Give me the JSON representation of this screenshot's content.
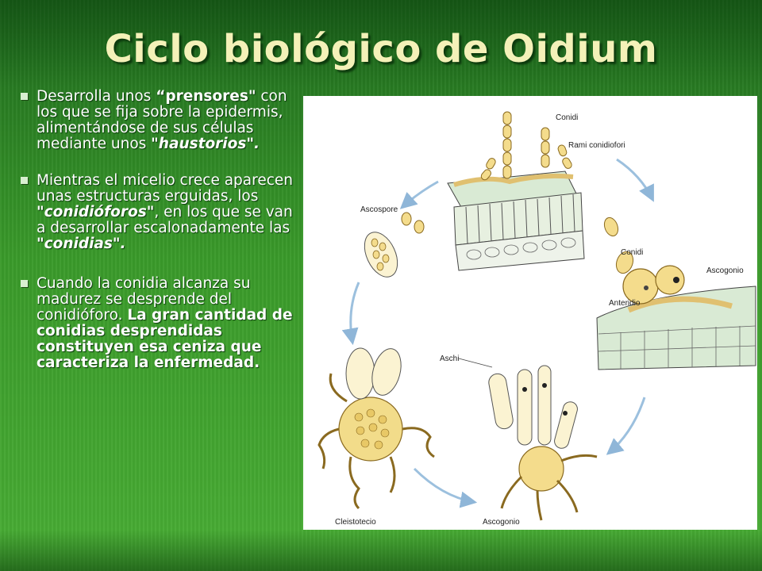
{
  "title": "Ciclo biológico de Oidium",
  "bullets": [
    {
      "parts": [
        {
          "text": "Desarrolla unos ",
          "style": "plain"
        },
        {
          "text": "“prensores\"",
          "style": "bold-lead"
        },
        {
          "text": " con los que se fija sobre la epidermis, alimentándose de sus células mediante unos ",
          "style": "plain"
        },
        {
          "text": "\"haustorios\".",
          "style": "bold-italic"
        }
      ]
    },
    {
      "parts": [
        {
          "text": "Mientras el micelio crece aparecen unas estructuras erguidas, los ",
          "style": "plain"
        },
        {
          "text": "\"conidióforos\"",
          "style": "bold-italic"
        },
        {
          "text": ", en los que se van a desarrollar escalonadamente las ",
          "style": "plain"
        },
        {
          "text": "\"conidias\".",
          "style": "bold-italic"
        }
      ]
    },
    {
      "parts": [
        {
          "text": "Cuando la conidia alcanza su madurez se desprende del conidióforo. ",
          "style": "plain"
        },
        {
          "text": "La gran cantidad de conidias desprendidas constituyen esa ceniza que caracteriza la enfermedad.",
          "style": "bold"
        }
      ]
    }
  ],
  "figure_labels": {
    "conidi_top": "Conidi",
    "rami_conidiofori": "Rami conidiofori",
    "ascospore": "Ascospore",
    "conidi_right": "Conidi",
    "ascogonio_right": "Ascogonio",
    "anteridio": "Anteridio",
    "aschi": "Aschi",
    "cleistotecio": "Cleistotecio",
    "ascogonio_bottom": "Ascogonio"
  },
  "colors": {
    "background": "#3a9a2a",
    "title": "#f4f1b8",
    "text": "#ffffff",
    "arrow": "#8fb6d8",
    "cell_fill": "#f2dc8a"
  }
}
